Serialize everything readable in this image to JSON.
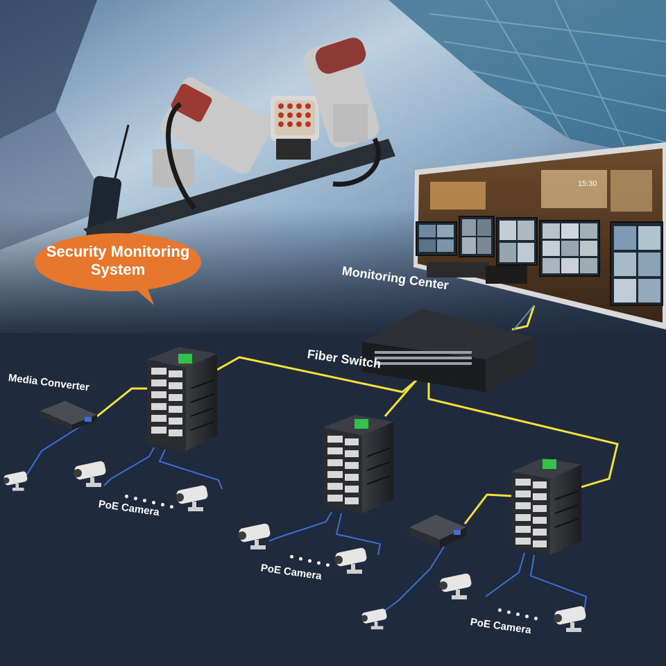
{
  "title_bubble": {
    "line1": "Security Monitoring",
    "line2": "System",
    "color": "#e8772e"
  },
  "labels": {
    "monitoring_center": "Monitoring Center",
    "fiber_switch": "Fiber Switch",
    "media_converter": "Media Converter",
    "poe_camera_1": "PoE Camera",
    "poe_camera_2": "PoE Camera",
    "poe_camera_3": "PoE Camera"
  },
  "monitor_clock": "15:30",
  "colors": {
    "background": "#1f2a3d",
    "fiber_link": "#f4e23a",
    "ethernet_link": "#3e6fd8",
    "device_body": "#2a2c30",
    "terminal_green": "#35c24a"
  },
  "icons": [
    "bullet-camera-icon",
    "industrial-switch-icon",
    "media-converter-icon",
    "rack-switch-icon",
    "video-wall-icon"
  ]
}
